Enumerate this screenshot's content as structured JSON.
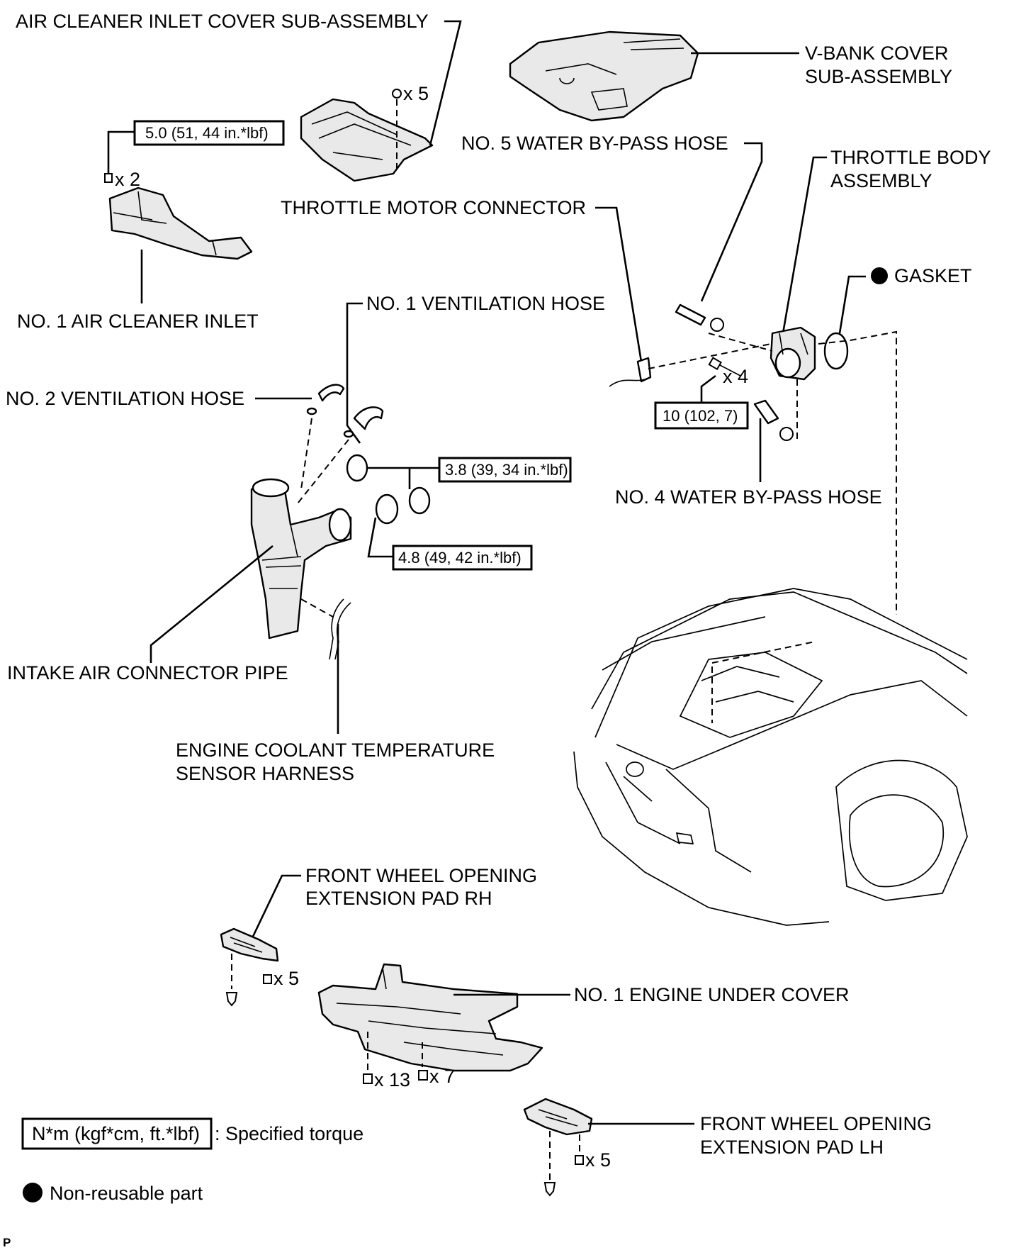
{
  "labels": {
    "air_cleaner_inlet_cover": "AIR CLEANER INLET COVER SUB-ASSEMBLY",
    "v_bank_cover_line1": "V-BANK COVER",
    "v_bank_cover_line2": "SUB-ASSEMBLY",
    "no5_water_bypass_hose": "NO. 5 WATER BY-PASS HOSE",
    "throttle_body_line1": "THROTTLE BODY",
    "throttle_body_line2": "ASSEMBLY",
    "throttle_motor_connector": "THROTTLE MOTOR CONNECTOR",
    "gasket": "GASKET",
    "no1_air_cleaner_inlet": "NO. 1 AIR CLEANER INLET",
    "no1_ventilation_hose": "NO. 1 VENTILATION HOSE",
    "no2_ventilation_hose": "NO. 2 VENTILATION HOSE",
    "no4_water_bypass_hose": "NO. 4 WATER BY-PASS HOSE",
    "intake_air_connector_pipe": "INTAKE AIR CONNECTOR PIPE",
    "ect_harness_line1": "ENGINE COOLANT TEMPERATURE",
    "ect_harness_line2": "SENSOR HARNESS",
    "fw_pad_rh_line1": "FRONT WHEEL OPENING",
    "fw_pad_rh_line2": "EXTENSION PAD RH",
    "no1_engine_under_cover": "NO. 1 ENGINE UNDER COVER",
    "fw_pad_lh_line1": "FRONT WHEEL OPENING",
    "fw_pad_lh_line2": "EXTENSION PAD LH"
  },
  "torques": {
    "t1": "5.0 (51, 44 in.*lbf)",
    "t2": "3.8 (39, 34 in.*lbf)",
    "t3": "4.8 (49, 42 in.*lbf)",
    "t4": "10 (102, 7)"
  },
  "quantities": {
    "cover_screws": "x 5",
    "inlet_bolts": "x 2",
    "throttle_bolts": "x 4",
    "pad_rh_clips": "x 5",
    "under_cover_a": "x 13",
    "under_cover_b": "x 7",
    "pad_lh_clips": "x 5"
  },
  "legend": {
    "torque_box": "N*m (kgf*cm, ft.*lbf)",
    "torque_desc": ": Specified torque",
    "nonreusable_desc": "Non-reusable part"
  },
  "corner_mark": "P",
  "icons": {
    "nonreusable": "filled-circle-icon",
    "fastener": "bolt-icon"
  }
}
